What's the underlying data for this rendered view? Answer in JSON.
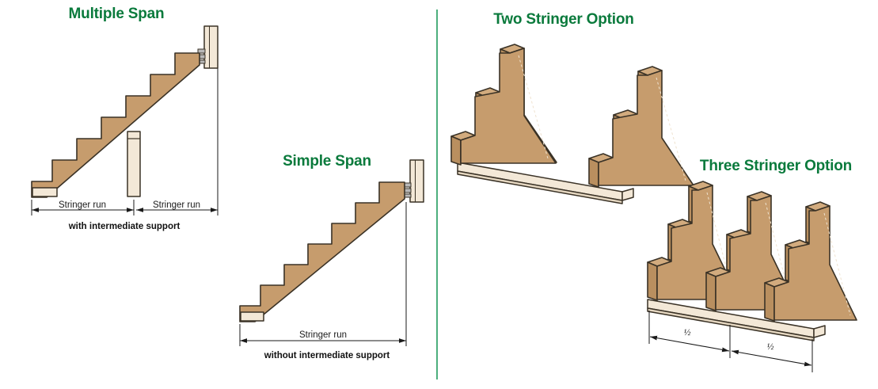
{
  "figure": {
    "title_color": "#0a7a3c",
    "divider_color": "#4caf7d",
    "wood_color": "#c69c6d",
    "cream_color": "#f3e8d7",
    "outline_color": "#3a3226"
  },
  "panels": {
    "multiple_span": {
      "heading": "Multiple Span",
      "dim_label_left": "Stringer run",
      "dim_label_right": "Stringer run",
      "caption": "with intermediate support",
      "step_count": 7
    },
    "simple_span": {
      "heading": "Simple Span",
      "dim_label": "Stringer run",
      "caption": "without intermediate support",
      "step_count": 7
    },
    "two_stringer": {
      "heading": "Two Stringer Option",
      "stringer_count": 2,
      "step_count": 3
    },
    "three_stringer": {
      "heading": "Three Stringer Option",
      "stringer_count": 3,
      "step_count": 3,
      "dim_label_left": "½",
      "dim_label_right": "½"
    }
  }
}
